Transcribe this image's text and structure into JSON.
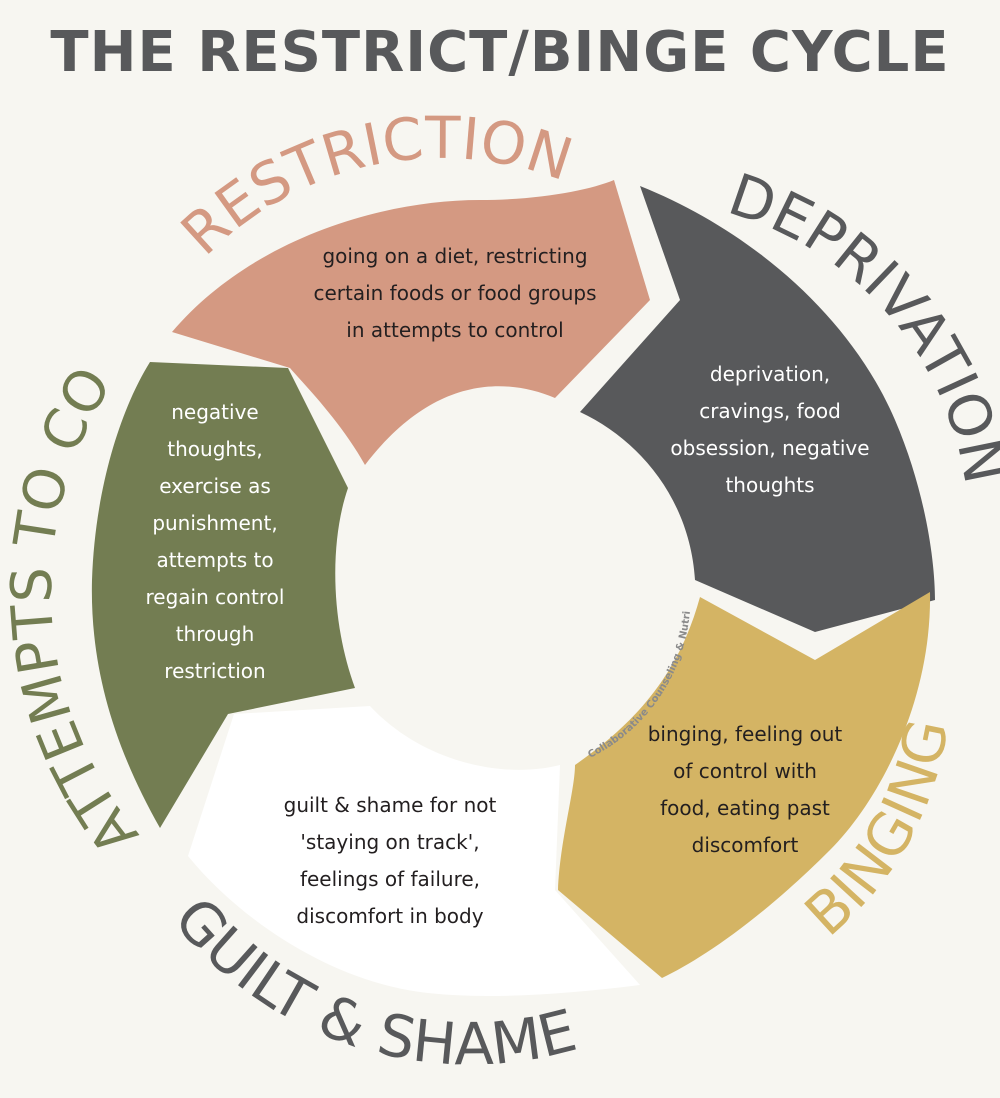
{
  "title": "THE RESTRICT/BINGE CYCLE",
  "stages": [
    {
      "id": "restriction",
      "label": "RESTRICTION",
      "color": "#d49982",
      "description": [
        "going on a diet, restricting",
        "certain foods or food groups",
        "in attempts to control"
      ]
    },
    {
      "id": "deprivation",
      "label": "DEPRIVATION",
      "color": "#58595b",
      "description": [
        "deprivation,",
        "cravings, food",
        "obsession, negative",
        "thoughts"
      ]
    },
    {
      "id": "binging",
      "label": "BINGING",
      "color": "#d4b464",
      "description": [
        "binging, feeling out",
        "of control with",
        "food, eating past",
        "discomfort"
      ]
    },
    {
      "id": "guilt-shame",
      "label": "GUILT & SHAME",
      "color": "#ffffff",
      "description": [
        "guilt & shame for not",
        "'staying on track',",
        "feelings of failure,",
        "discomfort in body"
      ]
    },
    {
      "id": "attempts-to-cope",
      "label": "ATTEMPTS TO COPE",
      "color": "#737d52",
      "description": [
        "negative",
        "thoughts,",
        "exercise as",
        "punishment,",
        "attempts to",
        "regain control",
        "through",
        "restriction"
      ]
    }
  ],
  "watermark": "Collaborative Counseling & Nutrition"
}
